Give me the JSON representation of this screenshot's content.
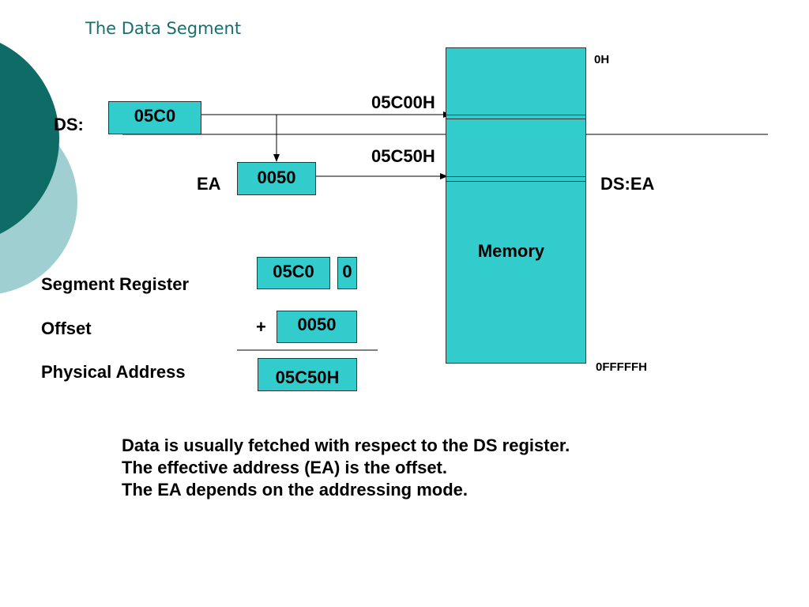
{
  "slide": {
    "title": "The Data Segment",
    "colors": {
      "teal_dark": "#0E6B66",
      "teal_light": "#9FCFD0",
      "cyan": "#33CCCC"
    }
  },
  "diagram": {
    "ds_label": "DS:",
    "ds_value": "05C0",
    "ea_label": "EA",
    "ea_value": "0050",
    "addr_segment_base": "05C00H",
    "addr_effective": "05C50H",
    "addr_top": "0H",
    "addr_bottom": "0FFFFFH",
    "ds_ea_label": "DS:EA",
    "memory_label": "Memory"
  },
  "calculation": {
    "segment_register_label": "Segment Register",
    "segment_value": "05C0",
    "segment_shift_digit": "0",
    "offset_label": "Offset",
    "plus_sign": "+",
    "offset_value": "0050",
    "physical_address_label": "Physical Address",
    "physical_address_value": "05C50H"
  },
  "notes": [
    "Data is usually fetched with respect to the DS register.",
    "The effective address (EA) is the offset.",
    "The EA depends on the addressing mode."
  ]
}
